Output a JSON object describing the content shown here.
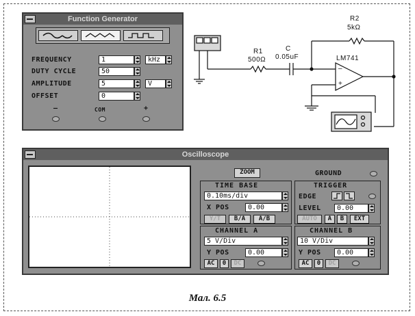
{
  "function_generator": {
    "title": "Function Generator",
    "waveforms": [
      "sine",
      "triangle",
      "square"
    ],
    "frequency": {
      "label": "FREQUENCY",
      "value": "1",
      "unit": "kHz"
    },
    "duty_cycle": {
      "label": "DUTY CYCLE",
      "value": "50"
    },
    "amplitude": {
      "label": "AMPLITUDE",
      "value": "5",
      "unit": "V"
    },
    "offset": {
      "label": "OFFSET",
      "value": "0"
    },
    "terminals": {
      "minus": "–",
      "com": "COM",
      "plus": "+"
    }
  },
  "circuit": {
    "r1_name": "R1",
    "r1_value": "500Ω",
    "c_name": "C",
    "c_value": "0.05uF",
    "r2_name": "R2",
    "r2_value": "5kΩ",
    "opamp_name": "LM741",
    "minus_sign": "–",
    "plus_sign": "+"
  },
  "oscilloscope": {
    "title": "Oscilloscope",
    "zoom_label": "ZOOM",
    "ground_label": "GROUND",
    "time_base": {
      "title": "TIME BASE",
      "value": "0.10ms/div",
      "xpos_label": "X POS",
      "xpos_value": "0.00",
      "modes": [
        "Y/T",
        "B/A",
        "A/B"
      ]
    },
    "trigger": {
      "title": "TRIGGER",
      "edge_label": "EDGE",
      "level_label": "LEVEL",
      "level_value": "0.00",
      "sources": [
        "AUTO",
        "A",
        "B",
        "EXT"
      ]
    },
    "channel_a": {
      "title": "CHANNEL A",
      "scale": "5 V/Div",
      "ypos_label": "Y POS",
      "ypos_value": "0.00",
      "coupling": [
        "AC",
        "0",
        "DC"
      ]
    },
    "channel_b": {
      "title": "CHANNEL B",
      "scale": "10 V/Div",
      "ypos_label": "Y POS",
      "ypos_value": "0.00",
      "coupling": [
        "AC",
        "0",
        "DC"
      ]
    }
  },
  "caption": "Мал. 6.5"
}
